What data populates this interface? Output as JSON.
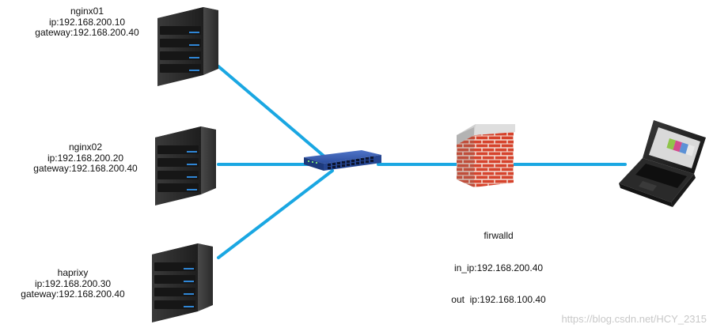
{
  "colors": {
    "link": "#1aa7e2",
    "server_body": "#2b2b2b",
    "server_led": "#2f86d6",
    "switch_body": "#25489a",
    "firewall_brick": "#d9442e",
    "firewall_cap": "#c9c9c9"
  },
  "nodes": {
    "nginx01": {
      "name": "nginx01",
      "ip": "ip:192.168.200.10",
      "gateway": "gateway:192.168.200.40",
      "icon": "server-icon"
    },
    "nginx02": {
      "name": "nginx02",
      "ip": "ip:192.168.200.20",
      "gateway": "gateway:192.168.200.40",
      "icon": "server-icon"
    },
    "haprixy": {
      "name": "haprixy",
      "ip": "ip:192.168.200.30",
      "gateway": "gateway:192.168.200.40",
      "icon": "server-icon"
    },
    "switch": {
      "icon": "network-switch-icon"
    },
    "firewall": {
      "name": "firwalld",
      "in_ip": "in_ip:192.168.200.40",
      "out_ip": "out  ip:192.168.100.40",
      "icon": "firewall-icon"
    },
    "client": {
      "icon": "laptop-icon"
    }
  },
  "watermark": "https://blog.csdn.net/HCY_2315"
}
